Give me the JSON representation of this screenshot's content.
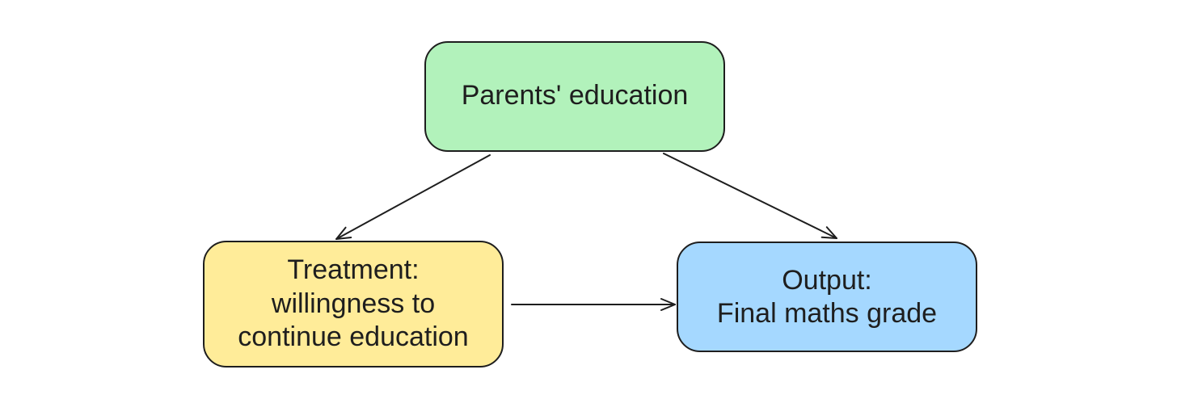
{
  "nodes": {
    "parents": {
      "lines": [
        "Parents' education"
      ],
      "fill": "#b2f2bb"
    },
    "treatment": {
      "lines": [
        "Treatment:",
        "willingness to",
        "continue education"
      ],
      "fill": "#ffec99"
    },
    "output": {
      "lines": [
        "Output:",
        "Final maths grade"
      ],
      "fill": "#a5d8ff"
    }
  },
  "edges": [
    {
      "from": "parents",
      "to": "treatment"
    },
    {
      "from": "parents",
      "to": "output"
    },
    {
      "from": "treatment",
      "to": "output"
    }
  ]
}
